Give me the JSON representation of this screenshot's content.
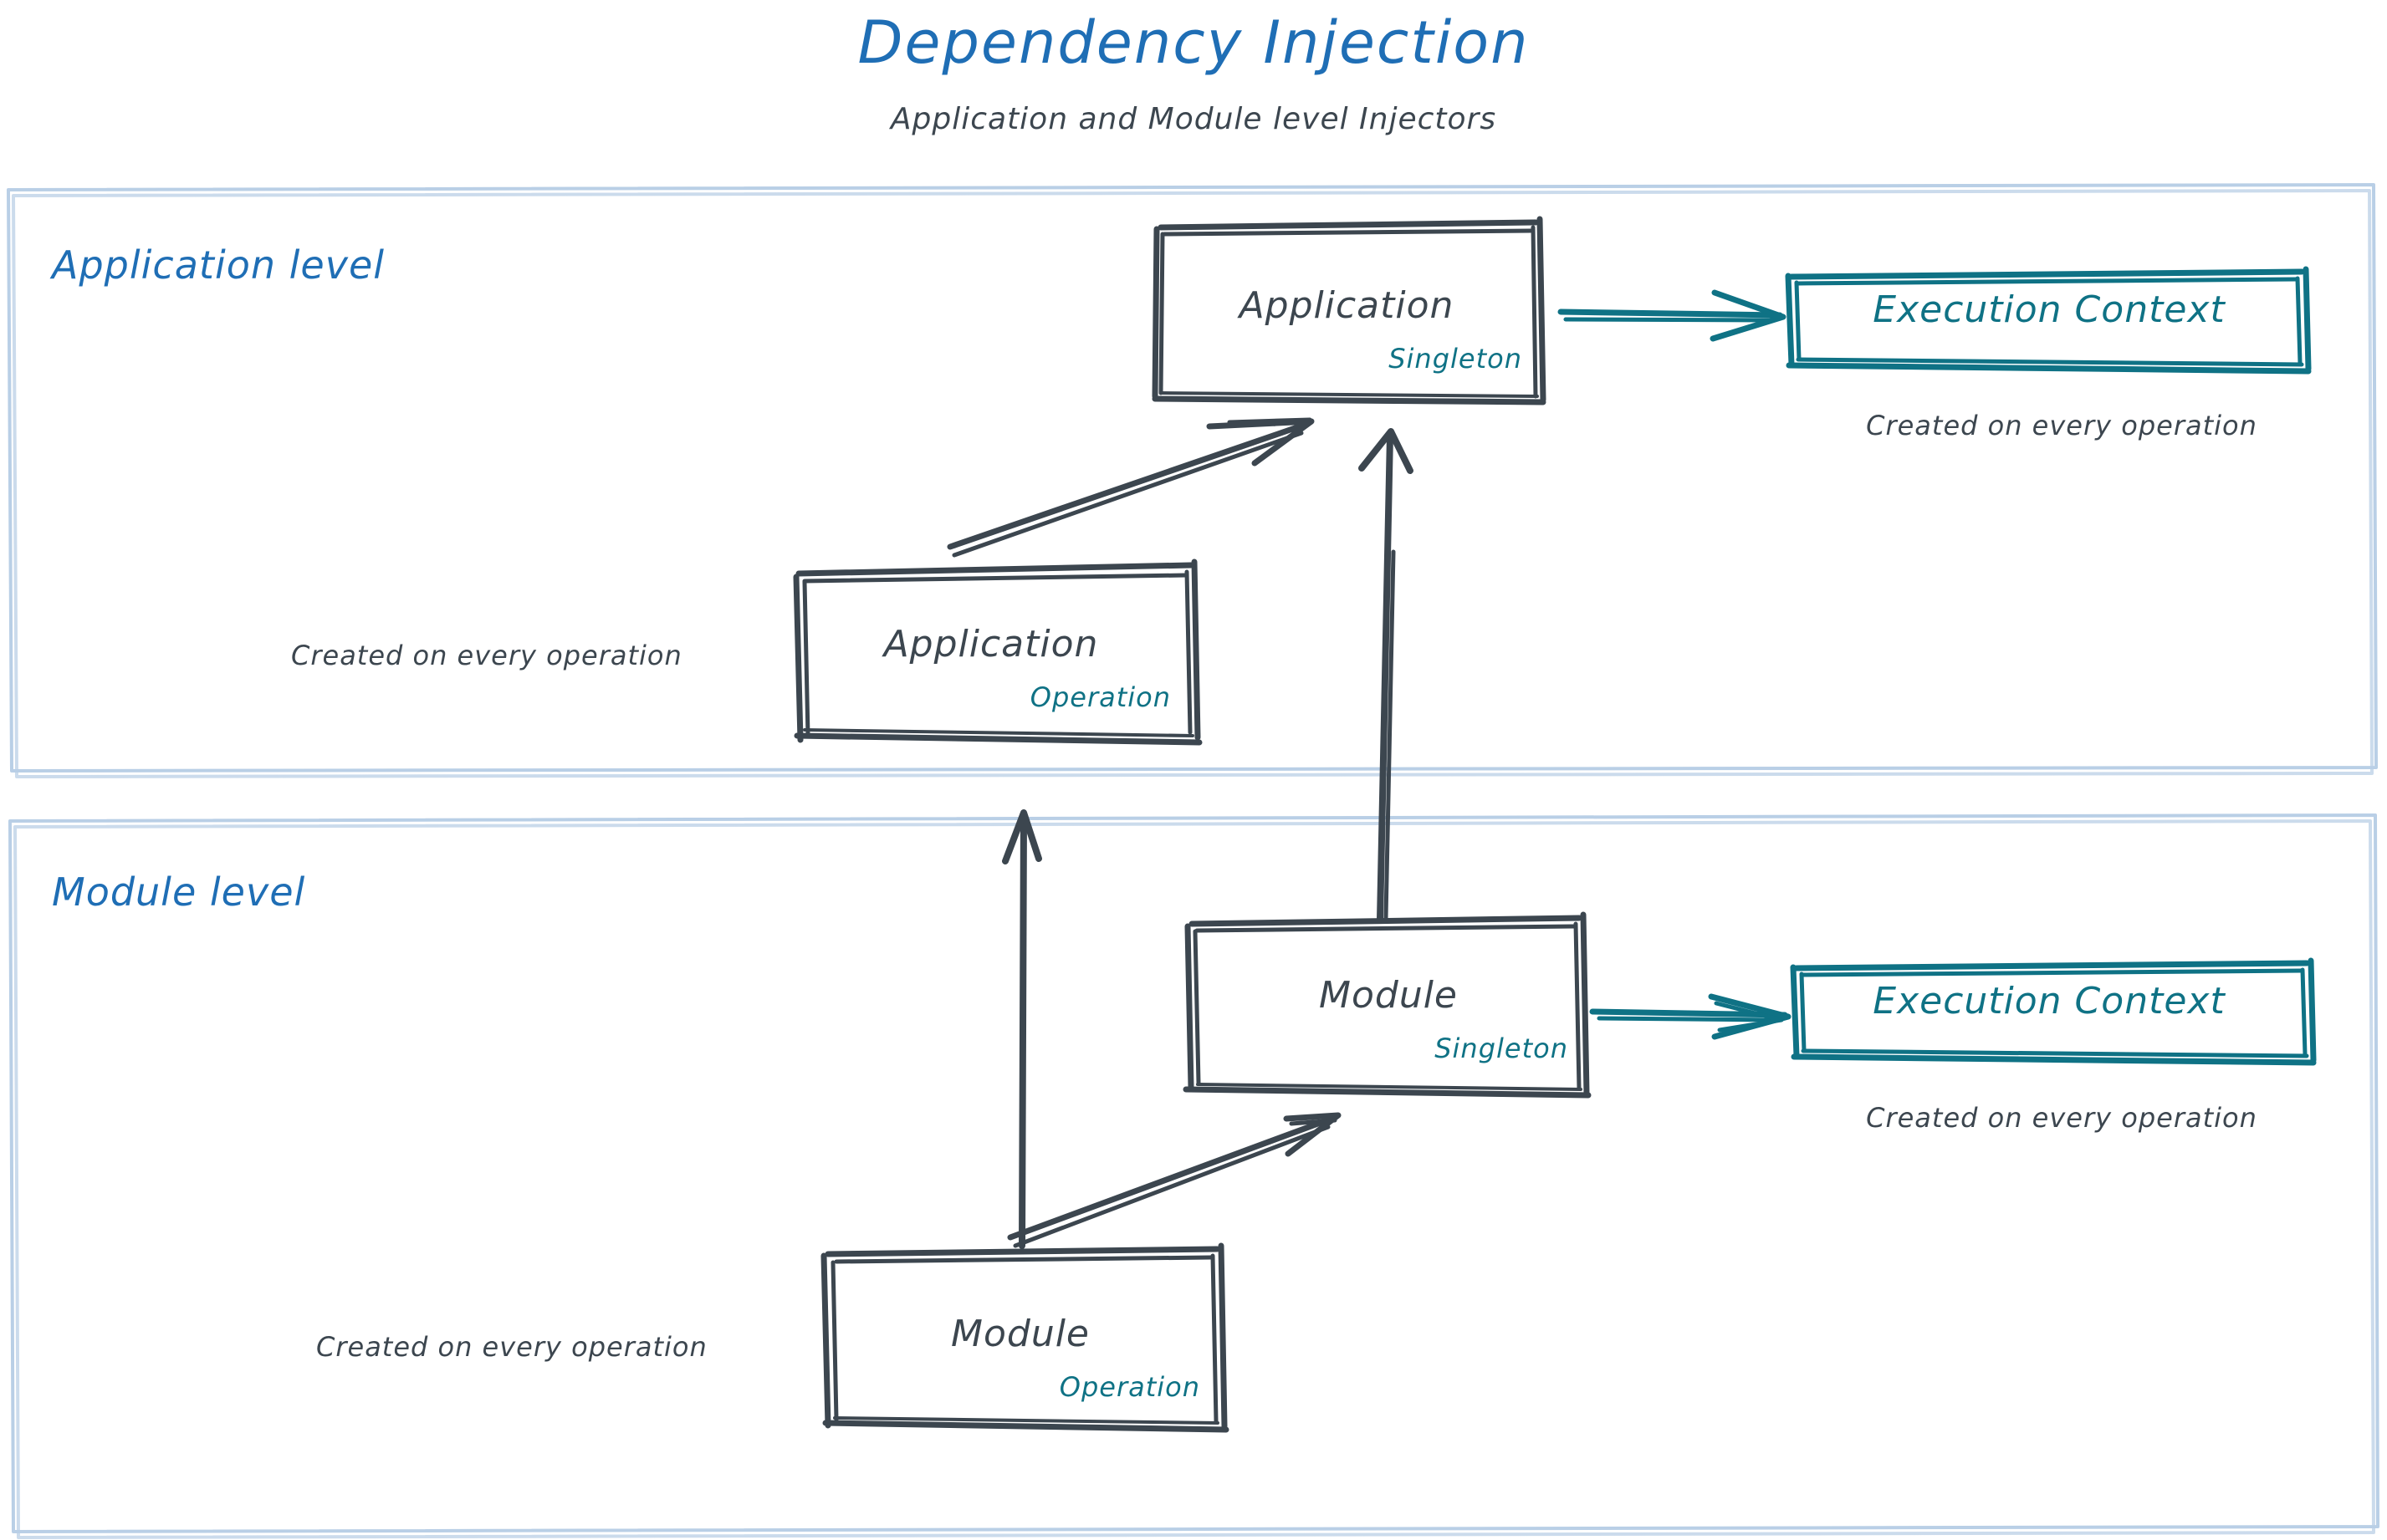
{
  "header": {
    "title": "Dependency Injection",
    "subtitle": "Application and Module level Injectors"
  },
  "colors": {
    "title_blue": "#1f6eb5",
    "level_label_blue": "#1f6eb5",
    "container_border": "#b9cfe6",
    "node_stroke": "#3c464f",
    "node_text": "#3c464f",
    "scope_teal": "#0f7285",
    "execution_context_teal": "#0f7285",
    "background": "#ffffff"
  },
  "levels": [
    {
      "id": "application-level",
      "label": "Application level",
      "nodes": [
        {
          "id": "application-singleton",
          "title": "Application",
          "scope": "Singleton",
          "style": "sketch-box-gray"
        },
        {
          "id": "application-operation",
          "title": "Application",
          "scope": "Operation",
          "style": "sketch-box-gray",
          "caption": "Created on every operation"
        },
        {
          "id": "execution-context-application",
          "title": "Execution Context",
          "style": "sketch-box-teal",
          "caption": "Created on every operation"
        }
      ]
    },
    {
      "id": "module-level",
      "label": "Module level",
      "nodes": [
        {
          "id": "module-singleton",
          "title": "Module",
          "scope": "Singleton",
          "style": "sketch-box-gray"
        },
        {
          "id": "module-operation",
          "title": "Module",
          "scope": "Operation",
          "style": "sketch-box-gray",
          "caption": "Created on every operation"
        },
        {
          "id": "execution-context-module",
          "title": "Execution Context",
          "style": "sketch-box-teal",
          "caption": "Created on every operation"
        }
      ]
    }
  ],
  "captions": {
    "application_operation": "Created on every operation",
    "module_operation": "Created on every operation",
    "execution_context_application": "Created on every operation",
    "execution_context_module": "Created on every operation"
  },
  "edges": [
    {
      "id": "app-singleton-to-ec-app",
      "from": "application-singleton",
      "to": "execution-context-application",
      "color": "#0f7285",
      "direction": "right"
    },
    {
      "id": "app-operation-to-app-singleton",
      "from": "application-operation",
      "to": "application-singleton",
      "color": "#3c464f",
      "direction": "up-right"
    },
    {
      "id": "module-singleton-to-app-singleton",
      "from": "module-singleton",
      "to": "application-singleton",
      "color": "#3c464f",
      "direction": "up"
    },
    {
      "id": "module-operation-to-app-operation",
      "from": "module-operation",
      "to": "application-operation",
      "color": "#3c464f",
      "direction": "up"
    },
    {
      "id": "module-operation-to-module-singleton",
      "from": "module-operation",
      "to": "module-singleton",
      "color": "#3c464f",
      "direction": "up-right"
    },
    {
      "id": "module-singleton-to-ec-module",
      "from": "module-singleton",
      "to": "execution-context-module",
      "color": "#0f7285",
      "direction": "right"
    }
  ]
}
